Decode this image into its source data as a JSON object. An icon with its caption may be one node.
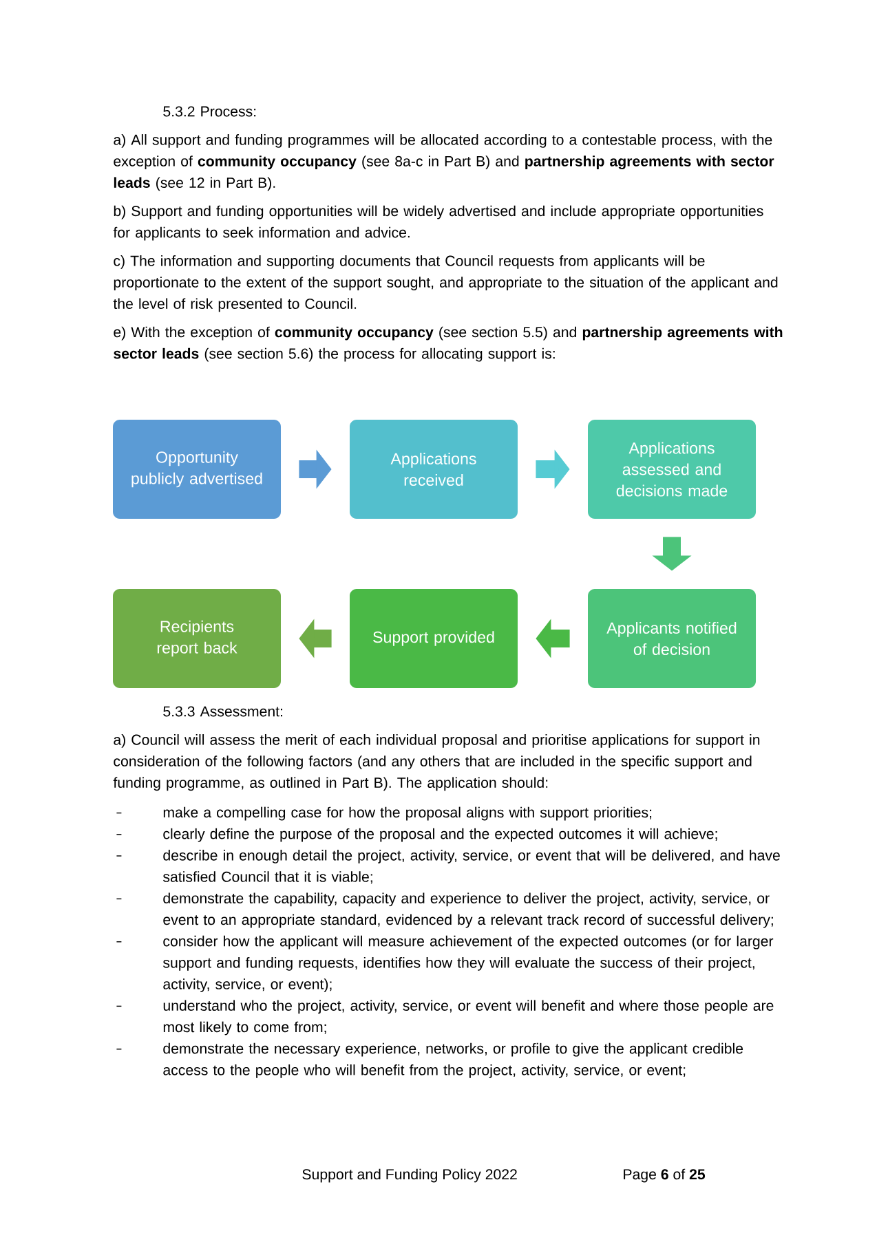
{
  "diagram": {
    "nodes": [
      {
        "text": [
          "Opportunity publicly advertised"
        ]
      },
      {
        "text": [
          "Applications received"
        ]
      },
      {
        "text": [
          "Applications assessed and decisions made"
        ]
      },
      {
        "text": [
          "Applicants notified of decision"
        ]
      },
      {
        "text": [
          "Support provided"
        ]
      },
      {
        "text": [
          "Recipients report back"
        ]
      }
    ],
    "edges": [
      {
        "from": 0,
        "to": 1,
        "arrow": "to",
        "color": "#5b9bd5"
      },
      {
        "from": 1,
        "to": 2,
        "arrow": "to",
        "color": "#56cbd3"
      },
      {
        "from": 2,
        "to": 3,
        "arrow": "to",
        "color": "#4cc47a"
      },
      {
        "from": 3,
        "to": 4,
        "arrow": "to",
        "color": "#4ab946"
      },
      {
        "from": 4,
        "to": 5,
        "arrow": "to",
        "color": "#70ad47"
      }
    ],
    "labels": [
      "5.3.2 Process:",
      "a) All support and funding programmes will be allocated according to a contestable process, with the exception of **community occupancy** (see 8a-c in Part B) and **partnership agreements with sector leads** (see 12 in Part B).",
      "b) Support and funding opportunities will be widely advertised and include appropriate opportunities for applicants to seek information and advice.",
      "c) The information and supporting documents that Council requests from applicants will be proportionate to the extent of the support sought, and appropriate to the situation of the applicant and the level of risk presented to Council.",
      "e) With the exception of **community occupancy** (see section 5.5) and **partnership agreements with sector leads** (see section 5.6) the process for allocating support is:",
      "5.3.3 Assessment:",
      "a) Council will assess the merit of each individual proposal and prioritise applications for support in consideration of the following factors (and any others that are included in the specific support and funding programme, as outlined in Part B).  The application should:",
      "make a compelling case for how the proposal aligns with support priorities;",
      "clearly define the purpose of the proposal and the expected outcomes it will achieve;",
      "describe in enough detail the project, activity, service, or event that will be delivered, and have satisfied Council that it is viable;",
      "demonstrate the capability, capacity and experience to deliver the project, activity, service, or event to an appropriate standard, evidenced by a relevant track record of successful delivery;",
      "consider how the applicant will measure achievement of the expected outcomes (or for larger support and funding requests, identifies how they will evaluate the success of their project, activity, service, or event);",
      "understand who the project, activity, service, or event will benefit and where those people are most likely to come from;",
      "demonstrate the necessary experience, networks, or profile to give the applicant credible access to the people who will benefit from the project, activity, service, or event;",
      "Support and Funding Policy 2022",
      "Page **6** of **25**"
    ]
  }
}
